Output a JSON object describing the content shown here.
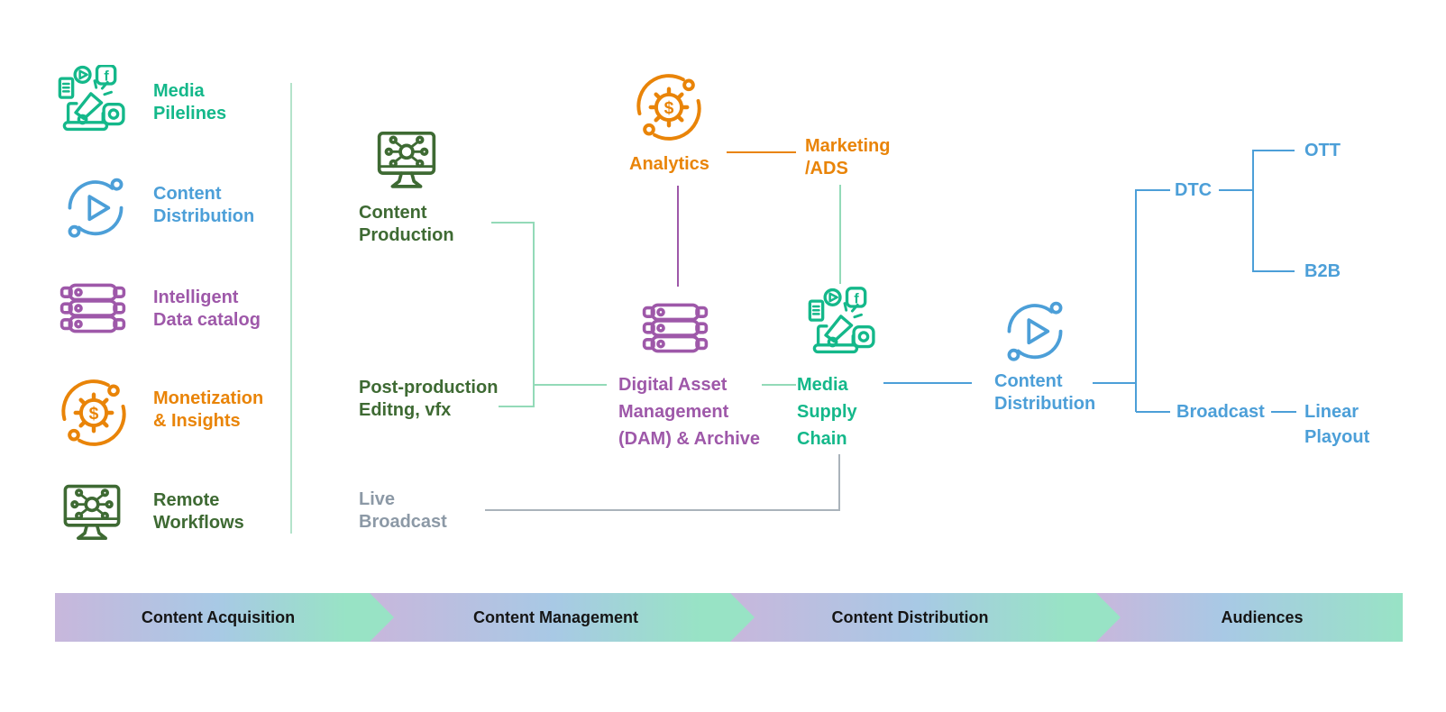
{
  "colors": {
    "green": "#14b88a",
    "blue": "#4c9fd8",
    "purple": "#9e58a9",
    "orange": "#e98408",
    "dark_green": "#3e6a33",
    "gray_text": "#8c99a6",
    "teal_connector": "#93dab8",
    "gray_connector": "#aab3bb",
    "banner_gradient": [
      "#c8b7dc",
      "#a8c9e5",
      "#98e3c5"
    ]
  },
  "legend": {
    "items": [
      {
        "label": "Media\nPilelines",
        "icon": "megaphone-social-icon",
        "color": "#14b88a"
      },
      {
        "label": "Content\nDistribution",
        "icon": "play-distribution-icon",
        "color": "#4c9fd8"
      },
      {
        "label": "Intelligent\nData catalog",
        "icon": "server-stack-icon",
        "color": "#9e58a9"
      },
      {
        "label": "Monetization\n& Insights",
        "icon": "gear-dollar-icon",
        "color": "#e98408"
      },
      {
        "label": "Remote\nWorkflows",
        "icon": "monitor-network-icon",
        "color": "#3e6a33"
      }
    ]
  },
  "nodes": {
    "content_production": {
      "label": "Content\nProduction",
      "icon": "monitor-network-icon",
      "color": "#3e6a33"
    },
    "analytics": {
      "label": "Analytics",
      "icon": "gear-dollar-icon",
      "color": "#e98408"
    },
    "marketing": {
      "label": "Marketing\n/ADS",
      "color": "#e98408"
    },
    "post_production": {
      "label": "Post-production\nEditng, vfx",
      "color": "#3e6a33"
    },
    "live_broadcast": {
      "label": "Live\nBroadcast",
      "color": "#8c99a6"
    },
    "dam": {
      "label": "Digital Asset\nManagement\n(DAM) & Archive",
      "icon": "server-stack-icon",
      "color": "#9e58a9"
    },
    "media_supply_chain": {
      "label": "Media\nSupply\nChain",
      "icon": "megaphone-social-icon",
      "color": "#14b88a"
    },
    "content_distribution": {
      "label": "Content\nDistribution",
      "icon": "play-distribution-icon",
      "color": "#4c9fd8"
    },
    "dtc": {
      "label": "DTC",
      "color": "#4c9fd8"
    },
    "ott": {
      "label": "OTT",
      "color": "#4c9fd8"
    },
    "b2b": {
      "label": "B2B",
      "color": "#4c9fd8"
    },
    "broadcast": {
      "label": "Broadcast",
      "color": "#4c9fd8"
    },
    "linear_playout": {
      "label": "Linear\nPlayout",
      "color": "#4c9fd8"
    }
  },
  "banner": {
    "segments": [
      {
        "label": "Content Acquisition"
      },
      {
        "label": "Content Management"
      },
      {
        "label": "Content Distribution"
      },
      {
        "label": "Audiences"
      }
    ]
  }
}
